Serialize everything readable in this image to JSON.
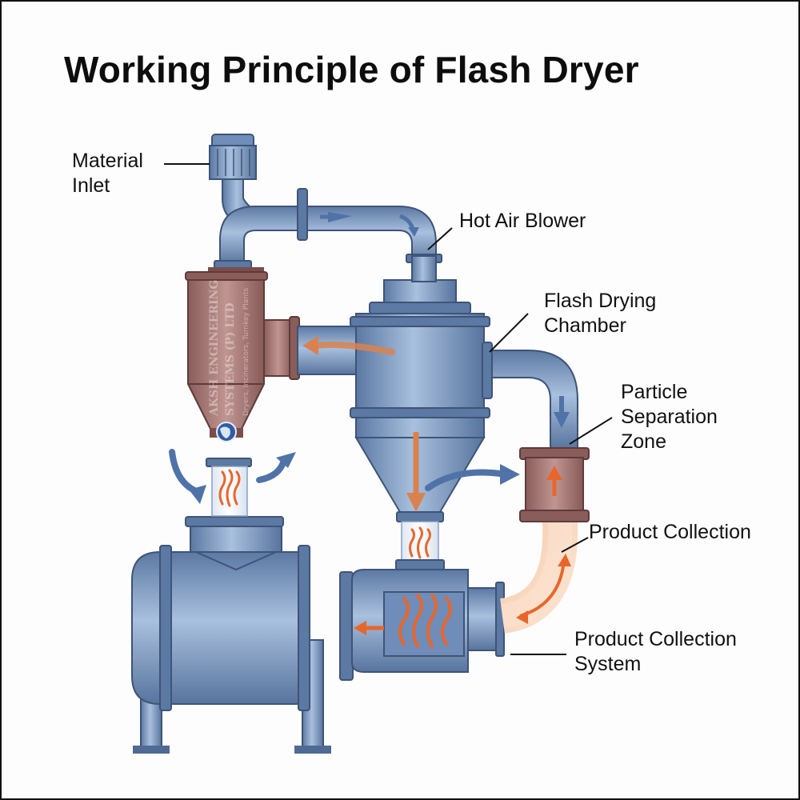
{
  "title": "Working Principle of Flash Dryer",
  "labels": {
    "material_inlet": [
      "Material",
      "Inlet"
    ],
    "hot_air_blower": "Hot Air Blower",
    "flash_drying_chamber": [
      "Flash Drying",
      "Chamber"
    ],
    "particle_separation_zone": [
      "Particle",
      "Separation",
      "Zone"
    ],
    "product_collection": "Product Collection",
    "product_collection_system": [
      "Product Collection",
      "System"
    ]
  },
  "watermark": {
    "company_lines": [
      "AKSH ENGINEERING",
      "SYSTEMS (P) LTD"
    ],
    "tagline": "Dryers, Incinerators, Turnkey Plants"
  },
  "colors": {
    "steel": "#7f9cc4",
    "steel_dark": "#4f6a93",
    "copper": "#a97a77",
    "flame": "#e8662c",
    "flow_arrow": "#4f73a8"
  }
}
